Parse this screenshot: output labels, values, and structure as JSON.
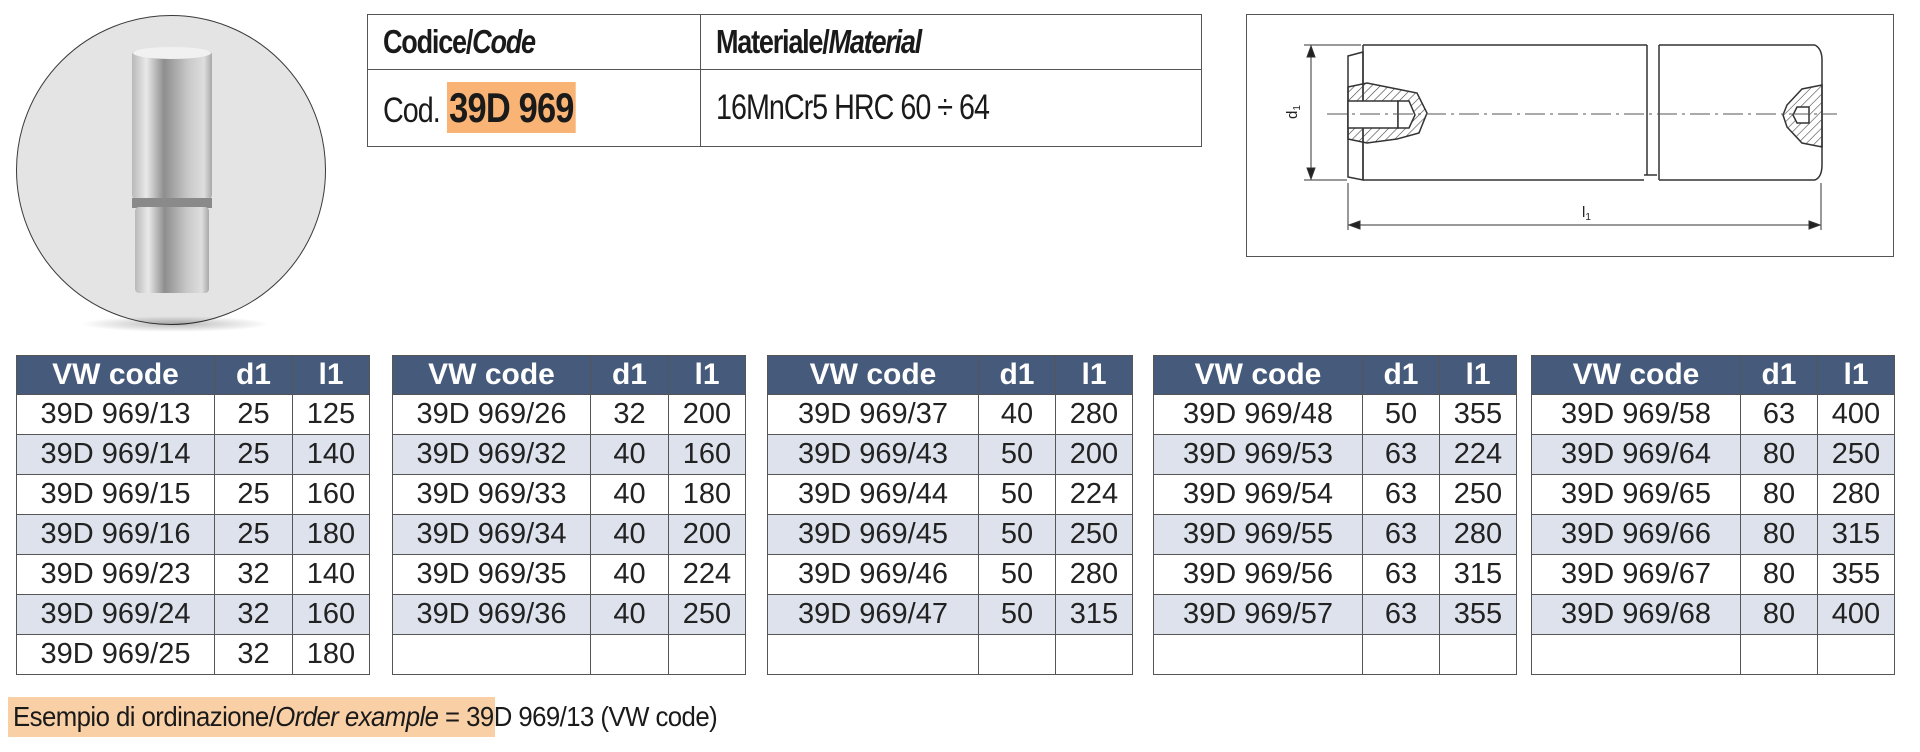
{
  "product_photo": {
    "alt": "guide pin product photo",
    "icon": "cylindrical-pin-photo"
  },
  "spec_table": {
    "code_header": {
      "prefix": "Codice/",
      "italic": "Code"
    },
    "material_header": {
      "prefix": "Materiale/",
      "italic": "Material"
    },
    "code_prefix": "Cod.",
    "code_value": "39D 969",
    "material_value": "16MnCr5 HRC 60 ÷ 64",
    "highlight_color": "#f8b375"
  },
  "diagram": {
    "label_diameter": "d",
    "label_diameter_sub": "1",
    "label_length": "l",
    "label_length_sub": "1"
  },
  "tables": {
    "header_color": "#465a7c",
    "alt_row_color": "#dde2ec",
    "columns": [
      "VW code",
      "d1",
      "l1"
    ],
    "groups": [
      {
        "rows": [
          [
            "39D 969/13",
            "25",
            "125"
          ],
          [
            "39D 969/14",
            "25",
            "140"
          ],
          [
            "39D 969/15",
            "25",
            "160"
          ],
          [
            "39D 969/16",
            "25",
            "180"
          ],
          [
            "39D 969/23",
            "32",
            "140"
          ],
          [
            "39D 969/24",
            "32",
            "160"
          ],
          [
            "39D 969/25",
            "32",
            "180"
          ]
        ]
      },
      {
        "rows": [
          [
            "39D 969/26",
            "32",
            "200"
          ],
          [
            "39D 969/32",
            "40",
            "160"
          ],
          [
            "39D 969/33",
            "40",
            "180"
          ],
          [
            "39D 969/34",
            "40",
            "200"
          ],
          [
            "39D 969/35",
            "40",
            "224"
          ],
          [
            "39D 969/36",
            "40",
            "250"
          ],
          [
            "",
            "",
            ""
          ]
        ]
      },
      {
        "rows": [
          [
            "39D 969/37",
            "40",
            "280"
          ],
          [
            "39D 969/43",
            "50",
            "200"
          ],
          [
            "39D 969/44",
            "50",
            "224"
          ],
          [
            "39D 969/45",
            "50",
            "250"
          ],
          [
            "39D 969/46",
            "50",
            "280"
          ],
          [
            "39D 969/47",
            "50",
            "315"
          ],
          [
            "",
            "",
            ""
          ]
        ]
      },
      {
        "rows": [
          [
            "39D 969/48",
            "50",
            "355"
          ],
          [
            "39D 969/53",
            "63",
            "224"
          ],
          [
            "39D 969/54",
            "63",
            "250"
          ],
          [
            "39D 969/55",
            "63",
            "280"
          ],
          [
            "39D 969/56",
            "63",
            "315"
          ],
          [
            "39D 969/57",
            "63",
            "355"
          ],
          [
            "",
            "",
            ""
          ]
        ]
      },
      {
        "rows": [
          [
            "39D 969/58",
            "63",
            "400"
          ],
          [
            "39D 969/64",
            "80",
            "250"
          ],
          [
            "39D 969/65",
            "80",
            "280"
          ],
          [
            "39D 969/66",
            "80",
            "315"
          ],
          [
            "39D 969/67",
            "80",
            "355"
          ],
          [
            "39D 969/68",
            "80",
            "400"
          ],
          [
            "",
            "",
            ""
          ]
        ]
      }
    ]
  },
  "order_example": {
    "prefix": "Esempio di ordinazione/",
    "italic": "Order example",
    "suffix": " = 39D 969/13 (VW code)",
    "highlight_color": "#f9cfa6"
  }
}
